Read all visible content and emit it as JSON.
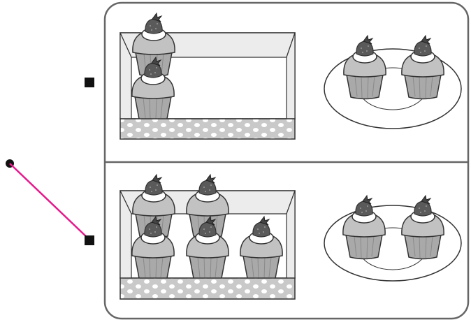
{
  "colors": {
    "outline": "#333333",
    "panel_border": "#666666",
    "connector_line": "#e6198c",
    "cupcake_wrapper": "#a9a9a9",
    "cupcake_top": "#c2c2c2",
    "cream": "#ffffff",
    "strawberry": "#5a5a5a",
    "box_band": "#c9c9c9",
    "box_inner": "#ececec"
  },
  "icons": {
    "start_dot": "filled-circle",
    "option_markers": "filled-square"
  },
  "options": [
    {
      "name": "top-option",
      "selected": false,
      "box_cupcakes": 2,
      "plate_cupcakes": 2
    },
    {
      "name": "bottom-option",
      "selected": true,
      "box_cupcakes": 5,
      "plate_cupcakes": 2
    }
  ]
}
